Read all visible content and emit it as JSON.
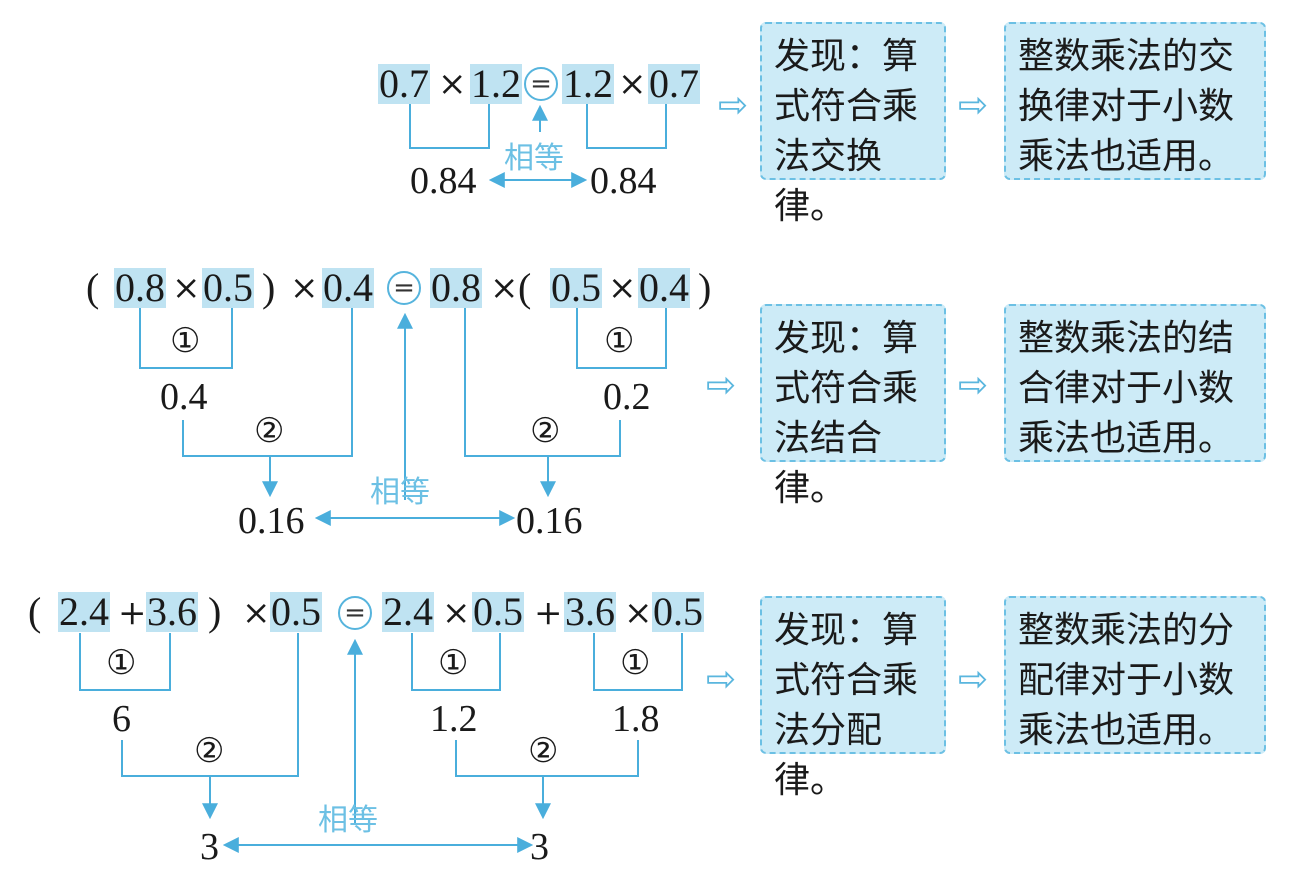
{
  "row1": {
    "expr": [
      "0.7",
      "×",
      "1.2",
      "=",
      "1.2",
      "×",
      "0.7"
    ],
    "result_left": "0.84",
    "result_right": "0.84",
    "equal_label": "相等",
    "box1": "发现：算\n式符合乘\n法交换律。",
    "box2": "整数乘法的交\n换律对于小数\n乘法也适用。"
  },
  "row2": {
    "expr": [
      "(",
      "0.8",
      "×",
      "0.5",
      ")",
      "×",
      "0.4",
      "=",
      "0.8",
      "×",
      "(",
      "0.5",
      "×",
      "0.4",
      ")"
    ],
    "step1": "①",
    "step2": "②",
    "mid_left": "0.4",
    "mid_right": "0.2",
    "result_left": "0.16",
    "result_right": "0.16",
    "equal_label": "相等",
    "box1": "发现：算\n式符合乘\n法结合律。",
    "box2": "整数乘法的结\n合律对于小数\n乘法也适用。"
  },
  "row3": {
    "expr": [
      "(",
      "2.4",
      "+",
      "3.6",
      ")",
      "×",
      "0.5",
      "=",
      "2.4",
      "×",
      "0.5",
      "+",
      "3.6",
      "×",
      "0.5"
    ],
    "step1": "①",
    "step2": "②",
    "mid_left": "6",
    "mid_center": "1.2",
    "mid_right": "1.8",
    "result_left": "3",
    "result_right": "3",
    "equal_label": "相等",
    "box1": "发现：算\n式符合乘\n法分配律。",
    "box2": "整数乘法的分\n配律对于小数\n乘法也适用。"
  },
  "colors": {
    "line": "#4aaedc",
    "highlight": "#bfe3f2",
    "box_fill": "#cdebf7",
    "box_border": "#6cc0e4"
  },
  "icons": {
    "flow_arrow": "hollow-right-arrow-icon",
    "equal_circle": "circled-equals-icon"
  }
}
